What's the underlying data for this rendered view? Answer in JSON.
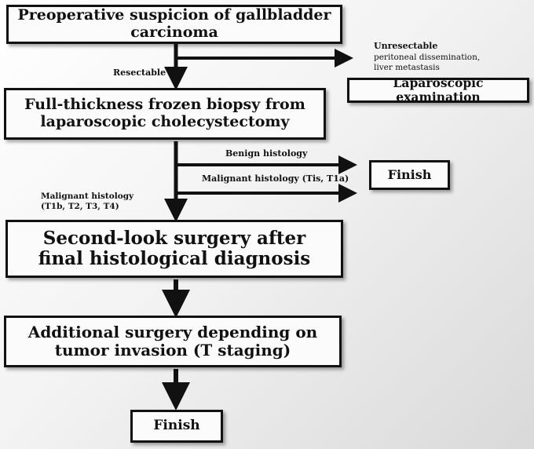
{
  "boxes": {
    "preoperative": "Preoperative suspicion of gallbladder carcinoma",
    "frozen_biopsy": "Full-thickness frozen biopsy from\nlaparoscopic cholecystectomy",
    "laparoscopic_exam": "Laparoscopic examination",
    "finish_top": "Finish",
    "second_look": "Second-look surgery after\nfinal histological diagnosis",
    "additional_surgery": "Additional  surgery depending on\ntumor invasion (T staging)",
    "finish_bottom": "Finish"
  },
  "labels": {
    "resectable": "Resectable",
    "unresectable": "Unresectable",
    "unresectable_detail": "peritoneal dissemination,\nliver metastasis",
    "benign": "Benign histology",
    "malignant_early": "Malignant histology (Tis, T1a)",
    "malignant_advanced": "Malignant histology\n(T1b, T2, T3, T4)"
  }
}
